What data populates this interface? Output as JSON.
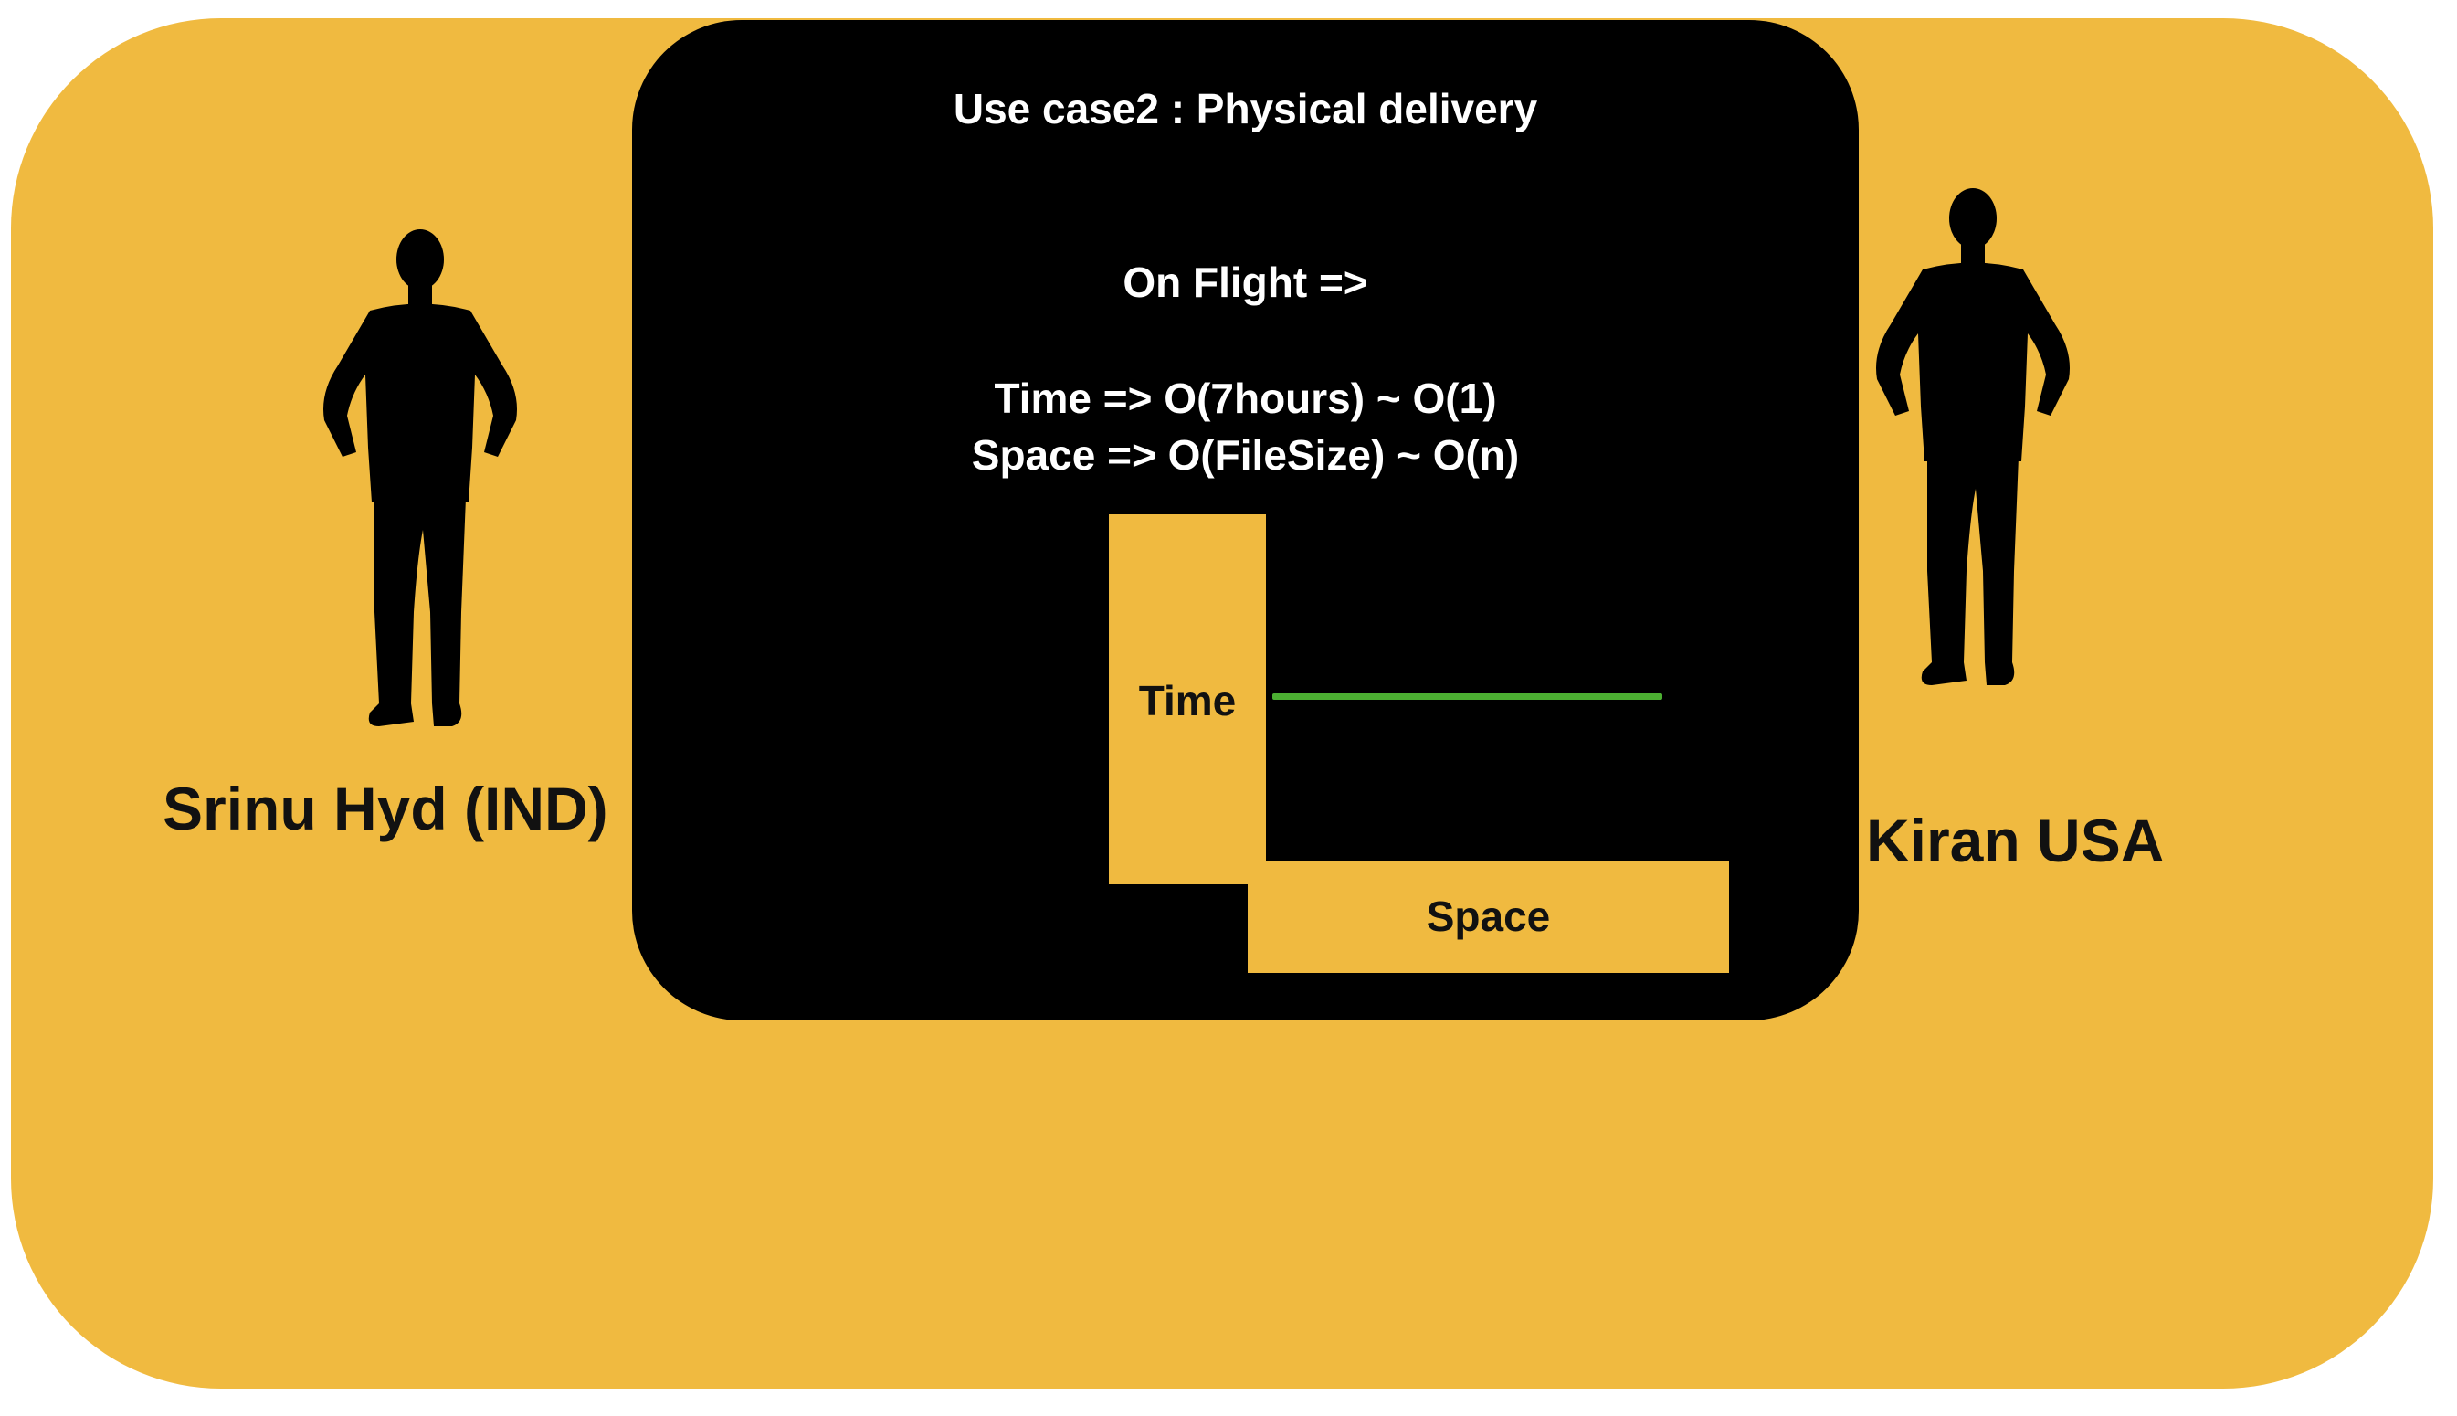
{
  "title": "Use case2  : Physical delivery",
  "subtitle": "On Flight =>",
  "complexity": {
    "time": "Time => O(7hours) ~ O(1)",
    "space": "Space => O(FileSize) ~ O(n)"
  },
  "diagram": {
    "time_label": "Time",
    "space_label": "Space"
  },
  "people": {
    "left_name": "Srinu Hyd (IND)",
    "right_name": "Kiran USA"
  },
  "colors": {
    "background": "#F0BA40",
    "panel": "#000000",
    "accent_line": "#4CAF32"
  },
  "icons": {
    "left_person": "standing-person-silhouette-icon",
    "right_person": "standing-person-silhouette-icon"
  }
}
